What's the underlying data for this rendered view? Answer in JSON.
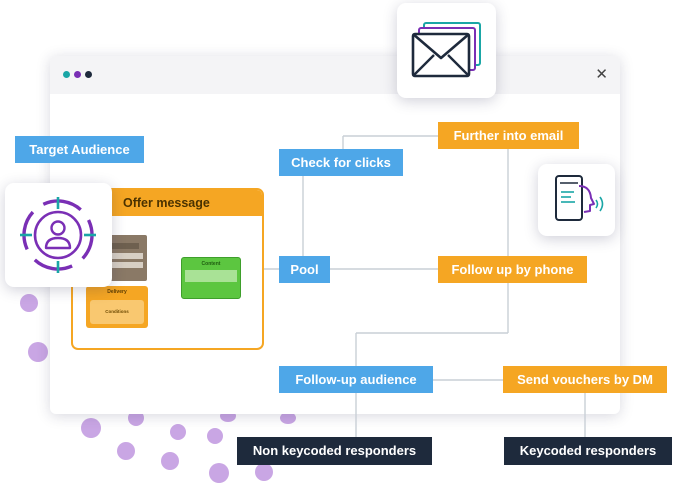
{
  "window": {
    "close_label": "✕"
  },
  "nodes": {
    "target_audience": "Target Audience",
    "offer_message": "Offer message",
    "check_for_clicks": "Check for clicks",
    "further_into_email": "Further into email",
    "pool": "Pool",
    "follow_up_by_phone": "Follow up by phone",
    "follow_up_audience": "Follow-up audience",
    "send_vouchers_by_dm": "Send vouchers by DM",
    "non_keycoded_responders": "Non keycoded responders",
    "keycoded_responders": "Keycoded responders"
  },
  "offer_inner": {
    "delivery_caption": "Delivery",
    "conditions_caption": "Conditions",
    "content_caption": "Content"
  },
  "icons": {
    "target": "target-person-icon",
    "email": "stacked-envelopes-icon",
    "phone": "phone-voice-icon"
  },
  "colors": {
    "blue": "#4ea7e8",
    "orange": "#f5a623",
    "dark": "#1e2a3c",
    "purple": "#7a2fb5",
    "teal": "#1aa6a6",
    "dot": "#c9a6e4"
  }
}
